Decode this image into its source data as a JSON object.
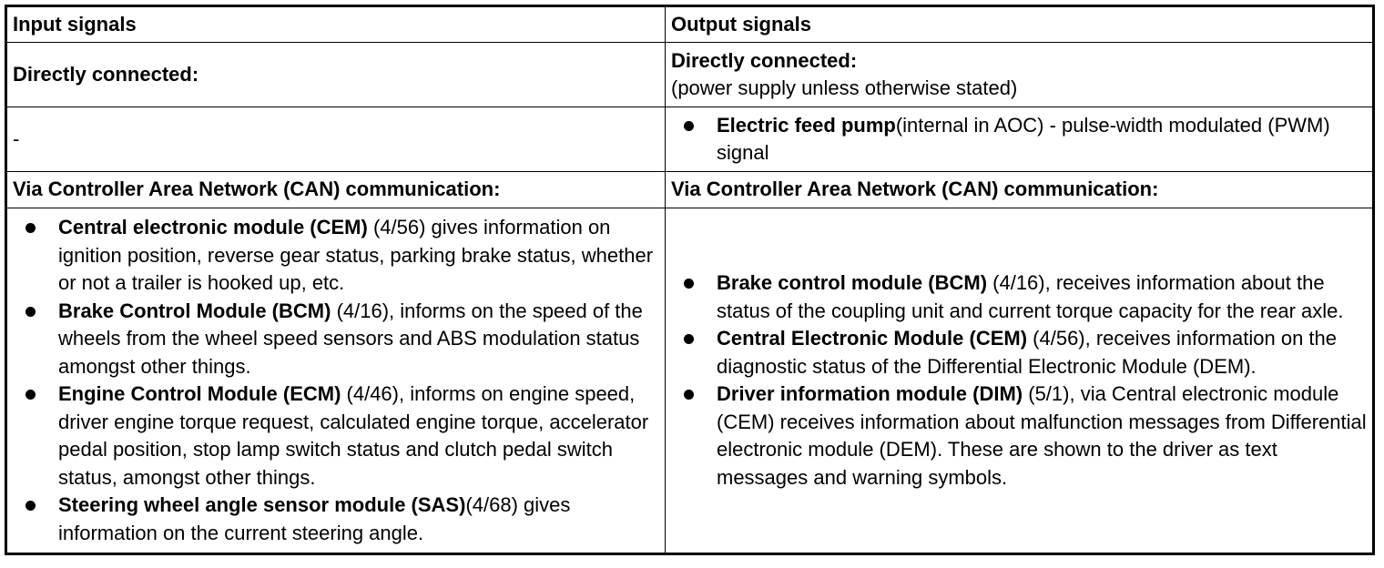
{
  "table": {
    "headers": {
      "input": "Input signals",
      "output": "Output signals"
    },
    "directly_connected": {
      "input_label": "Directly connected:",
      "output_label": "Directly connected:",
      "output_note": "(power supply unless otherwise stated)"
    },
    "direct_signals": {
      "input_value": "-",
      "output_items": [
        {
          "bold": "Electric feed pump",
          "text": "(internal in AOC) - pulse-width modulated (PWM) signal"
        }
      ]
    },
    "can": {
      "input_label": "Via Controller Area Network (CAN) communication:",
      "output_label": "Via Controller Area Network (CAN) communication:"
    },
    "can_signals": {
      "input_items": [
        {
          "bold": "Central electronic module (CEM)",
          "text": " (4/56) gives information on ignition position, reverse gear status, parking brake status, whether or not a trailer is hooked up, etc."
        },
        {
          "bold": "Brake Control Module (BCM)",
          "text": " (4/16), informs on the speed of the wheels from the wheel speed sensors and ABS modulation status amongst other things."
        },
        {
          "bold": "Engine Control Module (ECM)",
          "text": " (4/46), informs on engine speed, driver engine torque request, calculated engine torque, accelerator pedal position, stop lamp switch status and clutch pedal switch status, amongst other things."
        },
        {
          "bold": "Steering wheel angle sensor module (SAS)",
          "text": "(4/68) gives information on the current steering angle."
        }
      ],
      "output_items": [
        {
          "bold": "Brake control module (BCM)",
          "text": " (4/16), receives information about the status of the coupling unit and current torque capacity for the rear axle."
        },
        {
          "bold": "Central Electronic Module (CEM)",
          "text": " (4/56), receives information on the diagnostic status of the Differential Electronic Module (DEM)."
        },
        {
          "bold": "Driver information module (DIM)",
          "text": " (5/1), via Central electronic module (CEM) receives information about malfunction messages from Differential electronic module (DEM). These are shown to the driver as text messages and warning symbols."
        }
      ]
    }
  }
}
